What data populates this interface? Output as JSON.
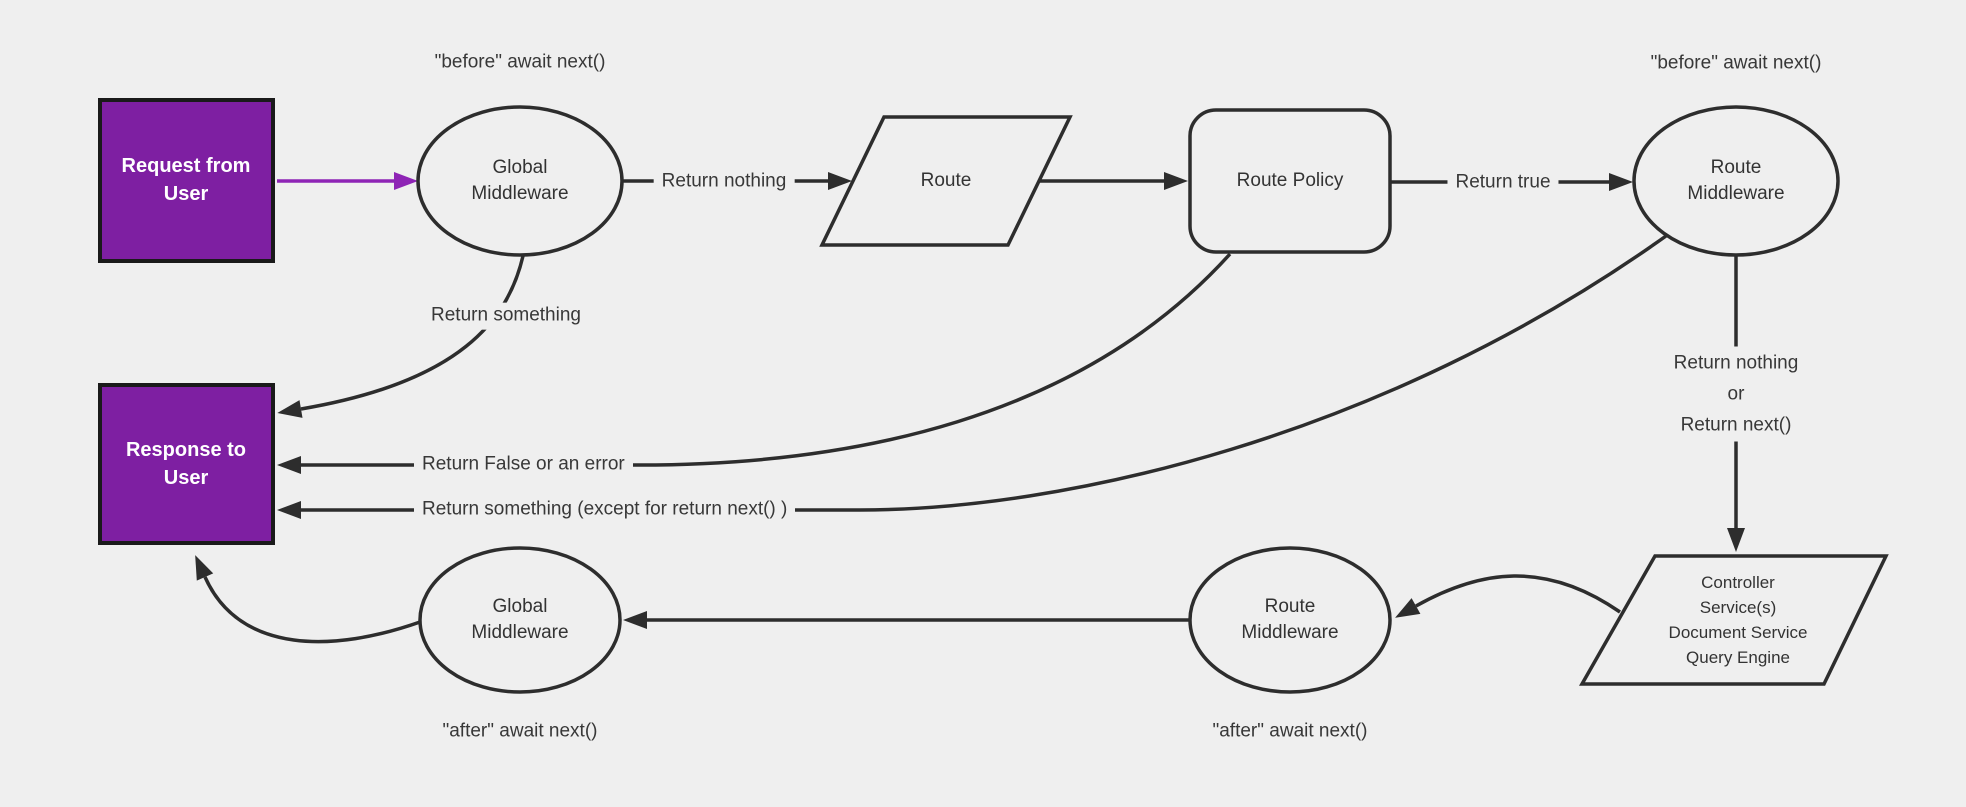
{
  "colors": {
    "background": "#efefef",
    "stroke": "#2d2d2d",
    "text": "#383838",
    "purple_fill": "#7e1fa2",
    "purple_border": "#1a1a1a",
    "purple_arrow": "#8e24b5",
    "white_text": "#ffffff"
  },
  "nodes": {
    "request_from_user": {
      "lines": [
        "Request from",
        "User"
      ]
    },
    "global_middleware_top": {
      "lines": [
        "Global",
        "Middleware"
      ]
    },
    "route": {
      "label": "Route"
    },
    "route_policy": {
      "label": "Route Policy"
    },
    "route_middleware_top": {
      "lines": [
        "Route",
        "Middleware"
      ]
    },
    "controller_services": {
      "lines": [
        "Controller",
        "Service(s)",
        "Document Service",
        "Query Engine"
      ]
    },
    "route_middleware_bottom": {
      "lines": [
        "Route",
        "Middleware"
      ]
    },
    "global_middleware_bottom": {
      "lines": [
        "Global",
        "Middleware"
      ]
    },
    "response_to_user": {
      "lines": [
        "Response to",
        "User"
      ]
    }
  },
  "edge_labels": {
    "before_await_next_global": "\"before\" await next()",
    "before_await_next_route": "\"before\" await next()",
    "return_nothing": "Return nothing",
    "return_true": "Return true",
    "return_something": "Return something",
    "return_false_or_an_error": "Return False or an error",
    "return_something_except": "Return something (except for return next() )",
    "return_nothing_or_next": {
      "lines": [
        "Return nothing",
        "or",
        "Return next()"
      ]
    },
    "after_await_next_global": "\"after\" await next()",
    "after_await_next_route": "\"after\" await next()"
  }
}
